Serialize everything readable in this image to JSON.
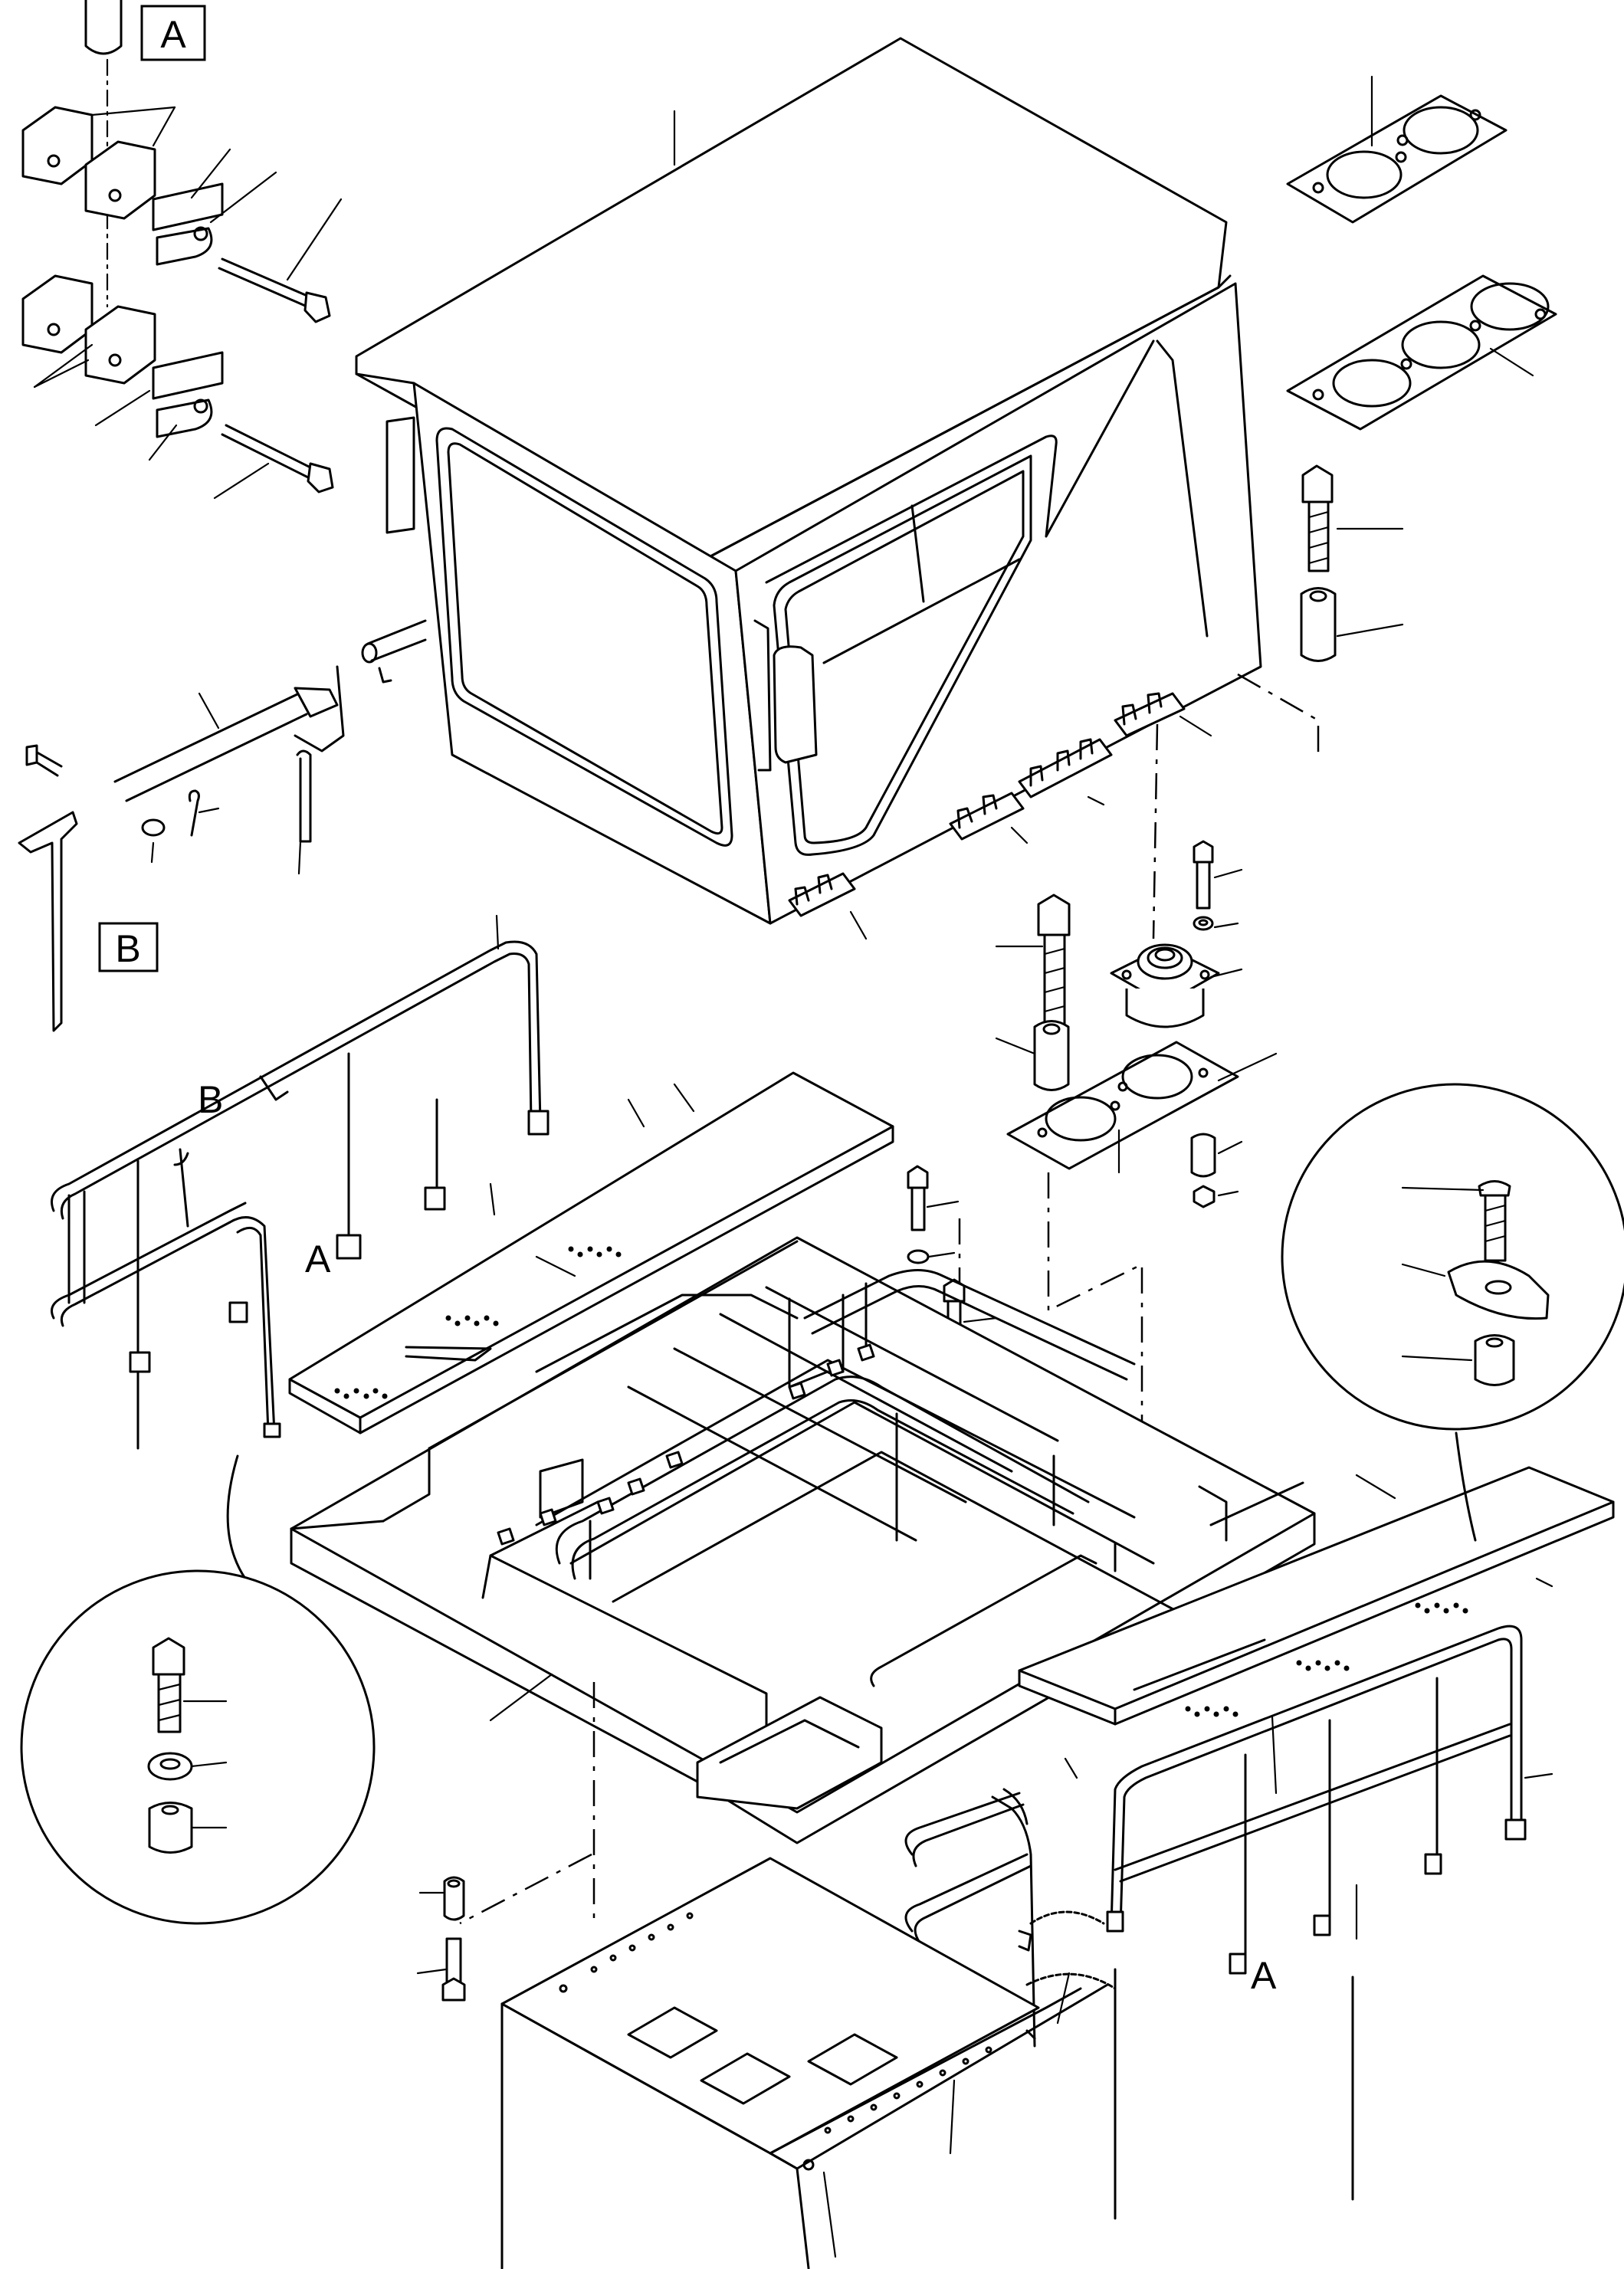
{
  "diagram": {
    "callouts": {
      "box_a": "A",
      "box_b": "B",
      "rail_left_b": "B",
      "rail_left_a": "A",
      "rail_right_a": "A"
    }
  }
}
